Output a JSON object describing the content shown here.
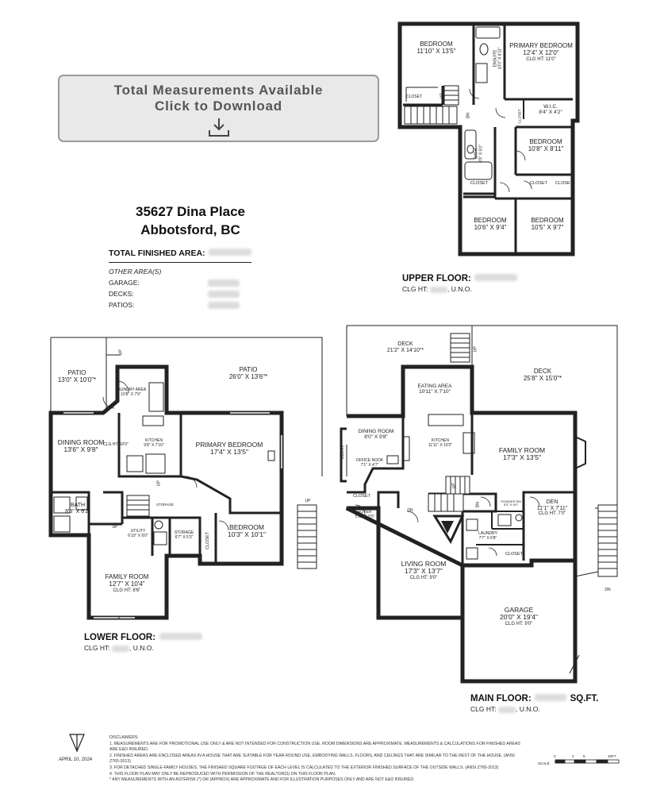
{
  "download": {
    "line1": "Total Measurements Available",
    "line2": "Click to Download"
  },
  "address": {
    "line1": "35627 Dina Place",
    "line2": "Abbotsford, BC"
  },
  "areas": {
    "total_label": "TOTAL FINISHED AREA:",
    "other_label": "OTHER AREA(S)",
    "garage_label": "GARAGE:",
    "decks_label": "DECKS:",
    "patios_label": "PATIOS:"
  },
  "upper": {
    "title": "UPPER FLOOR:",
    "clg_prefix": "CLG HT:",
    "clg_suffix": ", U.N.O.",
    "rooms": [
      {
        "name": "BEDROOM",
        "dims": "11'10\" X 13'5\""
      },
      {
        "name": "PRIMARY BEDROOM",
        "dims": "12'4\" X 12'0\"",
        "note": "CLG HT: 11'0\""
      },
      {
        "name": "ENSUITE",
        "dims": "10'0\" X 6'11\""
      },
      {
        "name": "W.I.C.",
        "dims": "8'4\" X 4'2\""
      },
      {
        "name": "BATH",
        "dims": "8'9\" X 5'0\""
      },
      {
        "name": "BEDROOM",
        "dims": "10'8\" X 8'11\""
      },
      {
        "name": "BEDROOM",
        "dims": "10'6\" X 9'4\""
      },
      {
        "name": "BEDROOM",
        "dims": "10'5\" X 9'7\""
      }
    ],
    "closet": "CLOSET",
    "up": "UP",
    "dn": "DN"
  },
  "lower": {
    "title": "LOWER FLOOR:",
    "clg_prefix": "CLG HT:",
    "clg_suffix": ", U.N.O.",
    "patio_left": {
      "name": "PATIO",
      "dims": "13'0\" X 10'0\"*"
    },
    "patio_right": {
      "name": "PATIO",
      "dims": "26'0\" X 13'6\"*"
    },
    "laundry": {
      "name": "LAUNDRY AREA",
      "dims": "10'8\" X 7'9\""
    },
    "dining": {
      "name": "DINING ROOM",
      "dims": "13'6\" X 9'8\""
    },
    "kitchen": {
      "name": "KITCHEN",
      "dims": "9'8\" X 7'10\"",
      "clg": "CLG HT: 10'0\""
    },
    "primary": {
      "name": "PRIMARY BEDROOM",
      "dims": "17'4\" X 13'5\""
    },
    "bath": {
      "name": "BATH",
      "dims": "8'5\" X 6'2\""
    },
    "storage1": "STORAGE",
    "utility": {
      "name": "UTILITY",
      "dims": "6'10\" X 6'0\""
    },
    "storage2": {
      "name": "STORAGE",
      "dims": "6'7\" X 5'3\""
    },
    "bedroom": {
      "name": "BEDROOM",
      "dims": "10'3\" X 10'1\""
    },
    "family": {
      "name": "FAMILY ROOM",
      "dims": "12'7\" X 10'4\"",
      "clg": "CLG HT: 8'6\""
    },
    "closet": "CLOSET",
    "up": "UP"
  },
  "main": {
    "title": "MAIN FLOOR:",
    "sqft": "SQ.FT.",
    "clg_prefix": "CLG HT:",
    "clg_suffix": ", U.N.O.",
    "deck_left": {
      "name": "DECK",
      "dims": "21'2\" X 14'10\"*"
    },
    "deck_right": {
      "name": "DECK",
      "dims": "25'8\" X 15'0\"*"
    },
    "eating": {
      "name": "EATING AREA",
      "dims": "10'11\" X 7'10\""
    },
    "dining": {
      "name": "DINING ROOM",
      "dims": "8'0\" X 9'8\""
    },
    "kitchen": {
      "name": "KITCHEN",
      "dims": "11'11\" X 10'2\""
    },
    "family": {
      "name": "FAMILY ROOM",
      "dims": "17'3\" X 13'5\""
    },
    "pantry": "PANTRY",
    "office": {
      "name": "OFFICE NOOK",
      "dims": "7'1\" X 4'7\""
    },
    "foyer": {
      "name": "FOYER",
      "dims": "5'11\" X 5'5\""
    },
    "powder": {
      "name": "POWDER RM",
      "dims": "5'3\" X 5'0\""
    },
    "den": {
      "name": "DEN",
      "dims": "11'1\" X 7'11\"",
      "clg": "CLG HT: 7'0\""
    },
    "laundry": {
      "name": "LAUNDRY",
      "dims": "7'7\" X 6'8\""
    },
    "living": {
      "name": "LIVING ROOM",
      "dims": "17'3\" X 13'7\"",
      "clg": "CLG HT: 9'0\""
    },
    "garage": {
      "name": "GARAGE",
      "dims": "20'0\" X 19'4\"",
      "clg": "CLG HT: 9'0\""
    },
    "closet": "CLOSET",
    "up": "UP",
    "dn": "DN"
  },
  "footer": {
    "date": "APRIL 10, 2024",
    "scale_label": "SCALE",
    "scale_ticks": [
      "0",
      "2",
      "5",
      "10FT"
    ],
    "disclaimers_title": "DISCLAIMERS:",
    "disclaimers": [
      "1. MEASUREMENTS ARE FOR PROMOTIONAL USE ONLY & ARE NOT INTENDED FOR CONSTRUCTION USE. ROOM DIMENSIONS ARE APPROXIMATE. MEASUREMENTS & CALCULATIONS FOR FINISHED AREAS ARE E&O INSURED.",
      "2. FINISHED AREAS ARE ENCLOSED AREAS IN A HOUSE THAT ARE SUITABLE FOR YEAR-ROUND USE, EMBODYING WALLS, FLOORS, AND CEILINGS THAT ARE SIMILAR TO THE REST OF THE HOUSE. (ANSI Z765-2013)",
      "3. FOR DETACHED SINGLE-FAMILY HOUSES, THE FINISHED SQUARE FOOTAGE OF EACH LEVEL IS CALCULATED TO THE EXTERIOR FINISHED SURFACE OF THE OUTSIDE WALLS. (ANSI Z765-2013)",
      "4. THIS FLOOR PLAN MAY ONLY BE REPRODUCED WITH PERMISSION OF THE REALTOR(S) ON THIS FLOOR PLAN.",
      "* ANY MEASUREMENTS WITH AN ASTERISK (*) OR (APPROX) ARE APPROXIMATE AND FOR ILLUSTRATION PURPOSES ONLY AND ARE NOT E&O INSURED."
    ]
  }
}
